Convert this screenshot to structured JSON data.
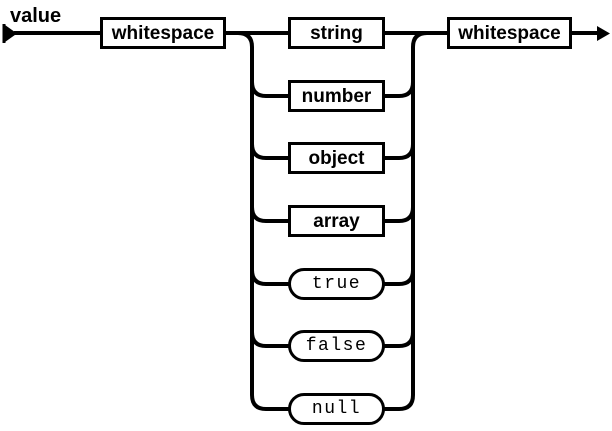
{
  "rule": {
    "label": "value",
    "pre": {
      "label": "whitespace",
      "kind": "nonterminal"
    },
    "alternatives": [
      {
        "label": "string",
        "kind": "nonterminal"
      },
      {
        "label": "number",
        "kind": "nonterminal"
      },
      {
        "label": "object",
        "kind": "nonterminal"
      },
      {
        "label": "array",
        "kind": "nonterminal"
      },
      {
        "label": "true",
        "kind": "literal"
      },
      {
        "label": "false",
        "kind": "literal"
      },
      {
        "label": "null",
        "kind": "literal"
      }
    ],
    "post": {
      "label": "whitespace",
      "kind": "nonterminal"
    }
  },
  "colors": {
    "line": "#000000",
    "background": "#ffffff",
    "box_fill": "#ffffff"
  }
}
